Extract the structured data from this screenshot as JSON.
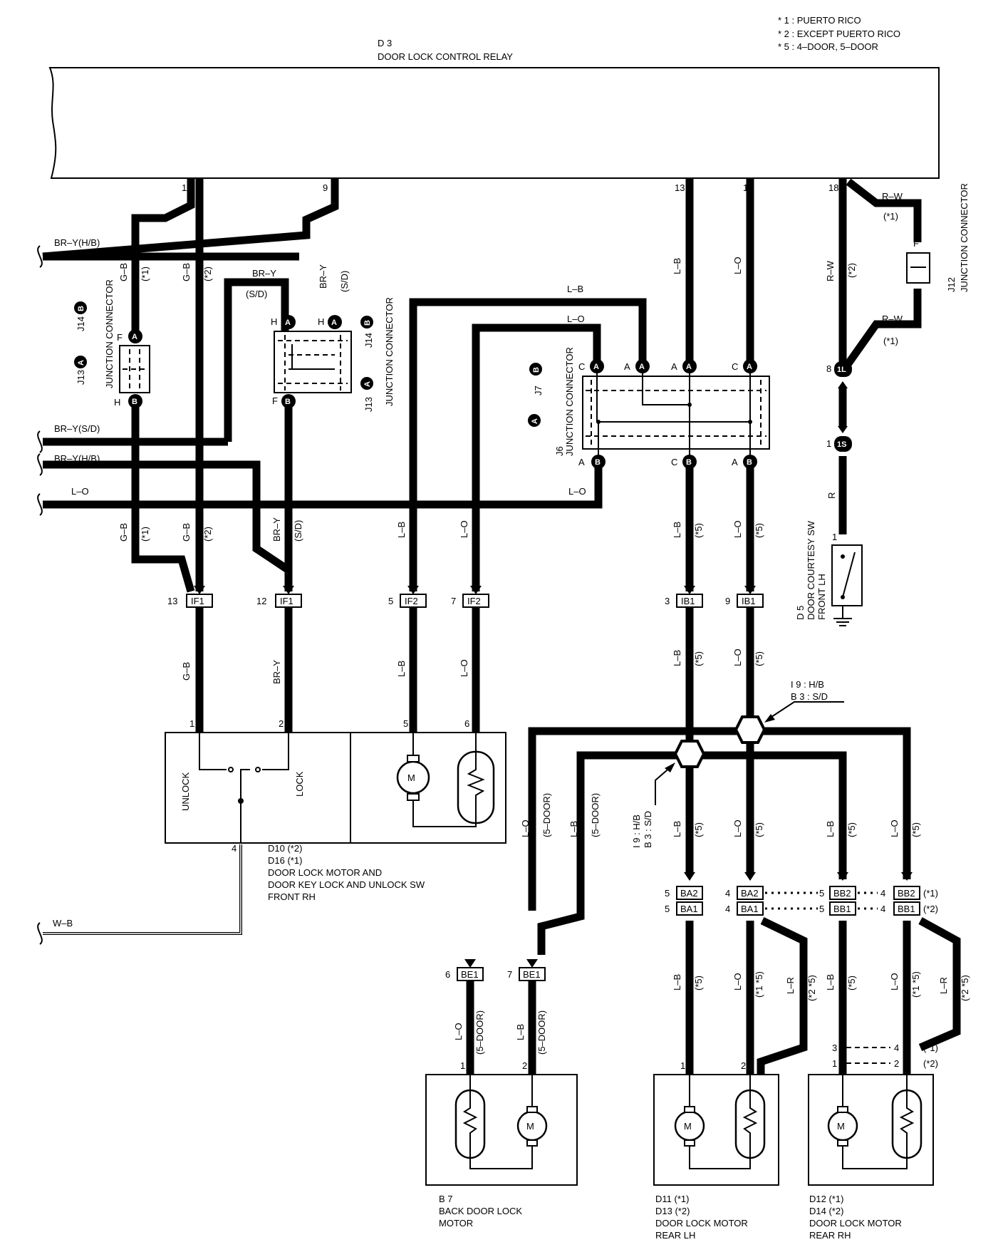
{
  "notes": [
    "* 1 : PUERTO RICO",
    "* 2 : EXCEPT PUERTO RICO",
    "* 5 : 4–DOOR, 5–DOOR"
  ],
  "relay": {
    "id": "D 3",
    "name": "DOOR LOCK CONTROL RELAY",
    "pins": [
      "11",
      "9",
      "13",
      "1",
      "18"
    ]
  },
  "wires": {
    "br_y_hb": "BR–Y(H/B)",
    "br_y_sd": "BR–Y(S/D)",
    "br_y": "BR–Y",
    "sd": "(S/D)",
    "g_b": "G–B",
    "l_b": "L–B",
    "l_o": "L–O",
    "l_r": "L–R",
    "r_w": "R–W",
    "r": "R",
    "w_b": "W–B",
    "n1": "(*1)",
    "n2": "(*2)",
    "n5": "(*5)",
    "n15": "(*1 *5)",
    "n25": "(*2 *5)",
    "door5": "(5–DOOR)"
  },
  "jc": {
    "label": "JUNCTION CONNECTOR",
    "j13": "J13",
    "j14": "J14",
    "j6": "J6",
    "j7": "J7",
    "j12": "J12",
    "a": "A",
    "b": "B",
    "c": "C",
    "f": "F",
    "h": "H"
  },
  "connectors": {
    "if1": "IF1",
    "if2": "IF2",
    "ib1": "IB1",
    "ba1": "BA1",
    "ba2": "BA2",
    "bb1": "BB1",
    "bb2": "BB2",
    "be1": "BE1",
    "c1l": "1L",
    "c1s": "1S",
    "p13": "13",
    "p12": "12",
    "p5": "5",
    "p7": "7",
    "p3": "3",
    "p9": "9",
    "p4": "4",
    "p6": "6",
    "p8": "8",
    "p1": "1",
    "p2": "2"
  },
  "splices": {
    "hb": "I 9 : H/B",
    "sd": "B 3 : S/D"
  },
  "components": {
    "d10": {
      "ids": [
        "D10 (*2)",
        "D16 (*1)"
      ],
      "name": [
        "DOOR LOCK MOTOR AND",
        "DOOR KEY LOCK AND UNLOCK SW",
        "FRONT RH"
      ],
      "unlock": "UNLOCK",
      "lock": "LOCK",
      "motor": "M"
    },
    "d5": {
      "id": "D 5",
      "name": [
        "DOOR COURTESY SW",
        "FRONT LH"
      ]
    },
    "b7": {
      "id": "B 7",
      "name": [
        "BACK DOOR LOCK",
        "MOTOR"
      ]
    },
    "d11": {
      "ids": [
        "D11 (*1)",
        "D13 (*2)"
      ],
      "name": [
        "DOOR LOCK MOTOR",
        "REAR LH"
      ]
    },
    "d12": {
      "ids": [
        "D12 (*1)",
        "D14 (*2)"
      ],
      "name": [
        "DOOR LOCK MOTOR",
        "REAR RH"
      ]
    }
  }
}
